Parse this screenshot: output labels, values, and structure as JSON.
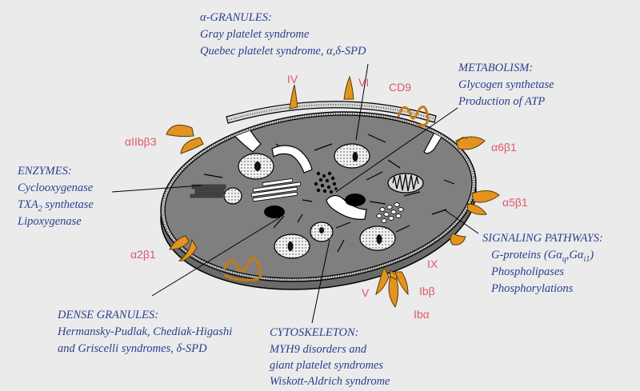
{
  "colors": {
    "background": "#ebebeb",
    "label_text": "#2a3f8f",
    "receptor_text": "#e0566b",
    "receptor_fill": "#e3941f",
    "cytoplasm": "#7f7f7f"
  },
  "labels": {
    "alpha_granules": {
      "title": "α-GRANULES:",
      "line1": "Gray platelet syndrome",
      "line2": "Quebec platelet syndrome, α,δ-SPD"
    },
    "metabolism": {
      "title": "METABOLISM:",
      "line1": "Glycogen synthetase",
      "line2": "Production of ATP"
    },
    "enzymes": {
      "title": "ENZYMES:",
      "line1": "Cyclooxygenase",
      "line2_pre": "TXA",
      "line2_sub": "2",
      "line2_post": " synthetase",
      "line3": "Lipoxygenase"
    },
    "signaling": {
      "title": "SIGNALING PATHWAYS:",
      "line1": "G-proteins (Gα",
      "line1_sub1": "q",
      "line1_mid": ",Gα",
      "line1_sub2": "i1",
      "line1_end": ")",
      "line2": "Phospholipases",
      "line3": "Phosphorylations"
    },
    "dense_granules": {
      "title": "DENSE GRANULES:",
      "line1": "Hermansky-Pudlak, Chediak-Higashi",
      "line2": "and Griscelli syndromes, δ-SPD"
    },
    "cytoskeleton": {
      "title": "CYTOSKELETON:",
      "line1": "MYH9 disorders and",
      "line2": "giant platelet syndromes",
      "line3": "Wiskott-Aldrich syndrome"
    }
  },
  "receptors": {
    "iv": "IV",
    "vi": "VI",
    "cd9": "CD9",
    "aiibb3": "αIIbβ3",
    "a6b1": "α6β1",
    "a5b1": "α5β1",
    "a2b1": "α2β1",
    "ix": "IX",
    "v": "V",
    "ibb": "Ibβ",
    "iba": "Ibα"
  },
  "icons": [
    "open-canalicular-system",
    "alpha-granule",
    "dense-granule",
    "mitochondrion",
    "glycogen",
    "microtubule-coil",
    "receptor"
  ]
}
